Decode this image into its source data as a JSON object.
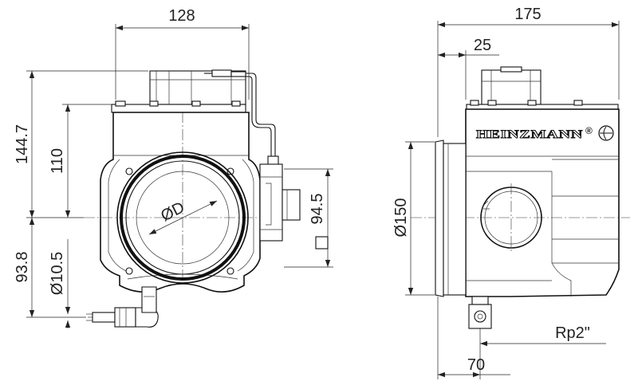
{
  "dimensions": {
    "front_width": "128",
    "front_height_total": "144.7",
    "front_height_upper": "110",
    "front_height_lower": "93.8",
    "hose_bore": "Ø10.5",
    "flange_square": "94.5",
    "throttle_bore": "ØD",
    "side_width": "175",
    "side_flange_offset": "25",
    "side_diameter": "Ø150",
    "side_connection_offset": "70",
    "thread": "Rp2\""
  },
  "brand": {
    "name": "HEINZMANN",
    "registered_mark": "®"
  }
}
